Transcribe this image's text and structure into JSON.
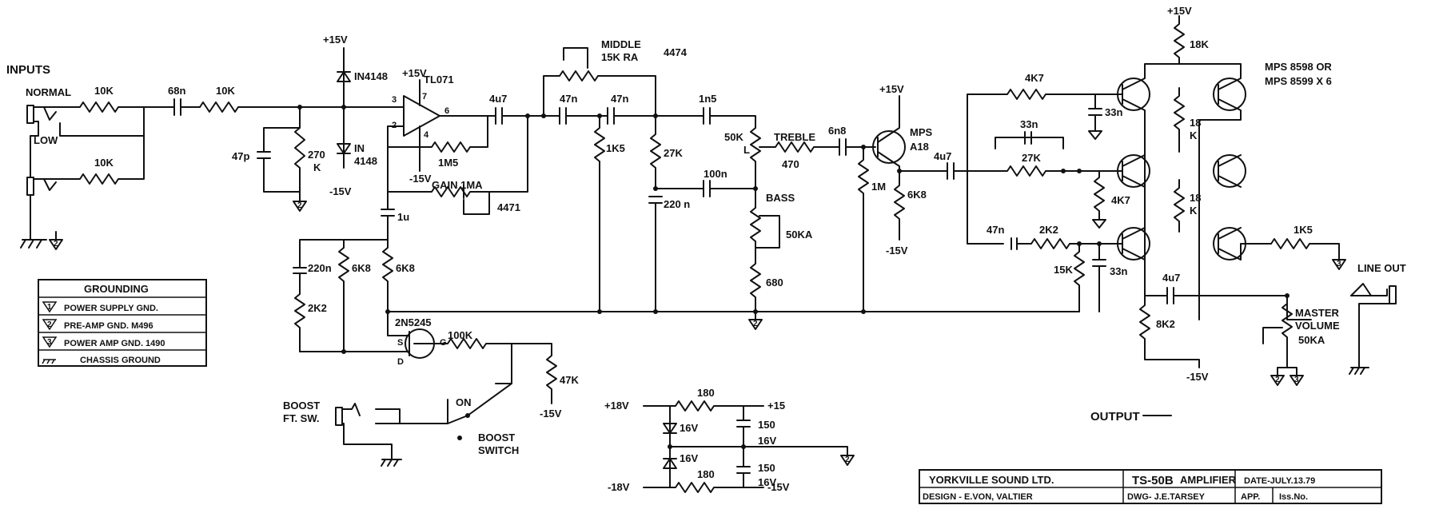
{
  "inputs": {
    "title": "INPUTS",
    "normal": "NORMAL",
    "low": "LOW"
  },
  "components": {
    "r_in1": "10K",
    "r_in2": "10K",
    "c_68n": "68n",
    "r_10k_series": "10K",
    "c_47p": "47p",
    "r_270k_a": "270",
    "r_270k_b": "K",
    "supply_p15_1": "+15V",
    "supply_p15_2": "+15V",
    "supply_m15_1": "-15V",
    "supply_m15_2": "-15V",
    "diode_top": "IN4148",
    "diode_bot_a": "IN",
    "diode_bot_b": "4148",
    "opamp": "TL071",
    "pin3": "3",
    "pin2": "2",
    "pin7": "7",
    "pin6": "6",
    "pin4": "4",
    "r_1m5": "1M5",
    "gain_pot": "GAIN  1MA",
    "gain_num": "4471",
    "c_4u7_a": "4u7",
    "c_1u": "1u",
    "c_220n_a": "220n",
    "r_6k8_a": "6K8",
    "r_6k8_b": "6K8",
    "r_2k2_a": "2K2",
    "fet": "2N5245",
    "fet_s": "S",
    "fet_g": "G",
    "fet_d": "D",
    "r_100k": "100K",
    "r_47k": "47K",
    "middle_a": "MIDDLE",
    "middle_b": "15K RA",
    "middle_num": "4474",
    "c_47n_a": "47n",
    "c_47n_b": "47n",
    "r_1k5_a": "1K5",
    "r_27k_a": "27K",
    "c_220n_b": "220 n",
    "c_1n5": "1n5",
    "c_100n": "100n",
    "treble_pot_a": "50K",
    "treble_pot_b": "L",
    "treble": "TREBLE",
    "r_470": "470",
    "bass": "BASS",
    "bass_pot": "50KA",
    "r_680": "680",
    "c_6n8": "6n8",
    "r_1m": "1M",
    "trans_a": "MPS",
    "trans_b": "A18",
    "r_6k8_c": "6K8",
    "supply_p15_3": "+15V",
    "supply_m15_3": "-15V",
    "c_4u7_b": "4u7",
    "r_4k7_a": "4K7",
    "c_33n_a": "33n",
    "c_33n_b": "33n",
    "r_27k_b": "27K",
    "r_4k7_b": "4K7",
    "c_47n_c": "47n",
    "r_2k2_b": "2K2",
    "r_15k": "15K",
    "c_33n_c": "33n",
    "supply_p15_4": "+15V",
    "r_18k_a": "18K",
    "r_18k_b1": "18",
    "r_18k_b2": "K",
    "r_18k_c1": "18",
    "r_18k_c2": "K",
    "trans_out_a": "MPS 8598  OR",
    "trans_out_b": "MPS 8599 X 6",
    "r_1k5_b": "1K5",
    "c_4u7_c": "4u7",
    "r_8k2": "8K2",
    "supply_m15_4": "-15V",
    "master_a": "MASTER",
    "master_b": "VOLUME",
    "master_c": "50KA",
    "line_out": "LINE OUT",
    "output": "OUTPUT",
    "boost_fs_a": "BOOST",
    "boost_fs_b": "FT. SW.",
    "on": "ON",
    "boost_sw_a": "BOOST",
    "boost_sw_b": "SWITCH",
    "psu_p18": "+18V",
    "psu_m18": "-18V",
    "psu_r180_a": "180",
    "psu_r180_b": "180",
    "psu_p15": "+15",
    "psu_m15": "-15V",
    "psu_z16_a": "16V",
    "psu_z16_b": "16V",
    "psu_c150_a": "150",
    "psu_c16v_a": "16V",
    "psu_c150_b": "150",
    "psu_c16v_b": "16V"
  },
  "grounding": {
    "title": "GROUNDING",
    "rows": [
      {
        "num": "1",
        "text": "POWER SUPPLY GND."
      },
      {
        "num": "2",
        "text": "PRE-AMP GND. M496"
      },
      {
        "num": "3",
        "text": "POWER AMP GND. 1490"
      },
      {
        "num": "",
        "text": "CHASSIS  GROUND"
      }
    ]
  },
  "title_block": {
    "company": "YORKVILLE SOUND LTD.",
    "model": "TS-50B",
    "model_type": "AMPLIFIER",
    "date": "DATE-JULY.13.79",
    "design": "DESIGN - E.VON, VALTIER",
    "dwg": "DWG- J.E.TARSEY",
    "app": "APP.",
    "iss": "Iss.No."
  },
  "ground_numbers": {
    "g1": "1",
    "g2": "2",
    "g3": "3"
  }
}
